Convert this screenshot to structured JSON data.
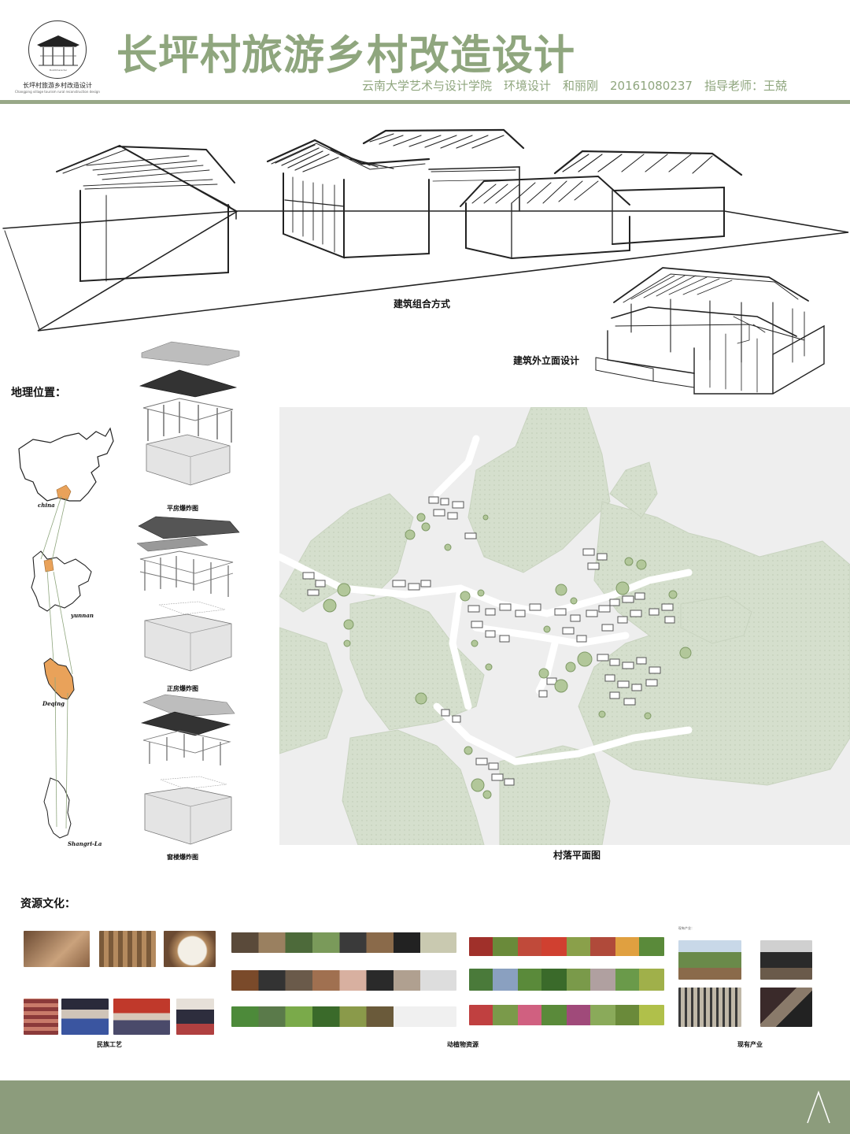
{
  "header": {
    "logo_caption": "长坪村旅游乡村改造设计",
    "logo_subcaption": "Changping village tourism rural reconstruction design",
    "title": "长坪村旅游乡村改造设计",
    "subtitle": "云南大学艺术与设计学院　环境设计　和丽刚　20161080237　指导老师：王兢"
  },
  "sketches": {
    "combination_caption": "建筑组合方式",
    "facade_caption": "建筑外立面设计"
  },
  "location": {
    "label": "地理位置：",
    "tags": [
      "china",
      "yunnan",
      "Deqing",
      "Shangri-La"
    ]
  },
  "exploded": {
    "captions": [
      "平房爆炸图",
      "正房爆炸图",
      "窗楼爆炸图"
    ]
  },
  "plan": {
    "caption": "村落平面图"
  },
  "resources": {
    "label": "资源文化：",
    "craft_caption": "民族工艺",
    "flora_fauna_caption": "动植物资源",
    "industry_caption": "现有产业",
    "industry_title": "现有产业："
  },
  "colors": {
    "accent": "#8fa67e",
    "rule": "#98a888",
    "footer": "#8c9c7c",
    "plan_green": "#d5dfcd",
    "map_orange": "#e9a25a"
  }
}
